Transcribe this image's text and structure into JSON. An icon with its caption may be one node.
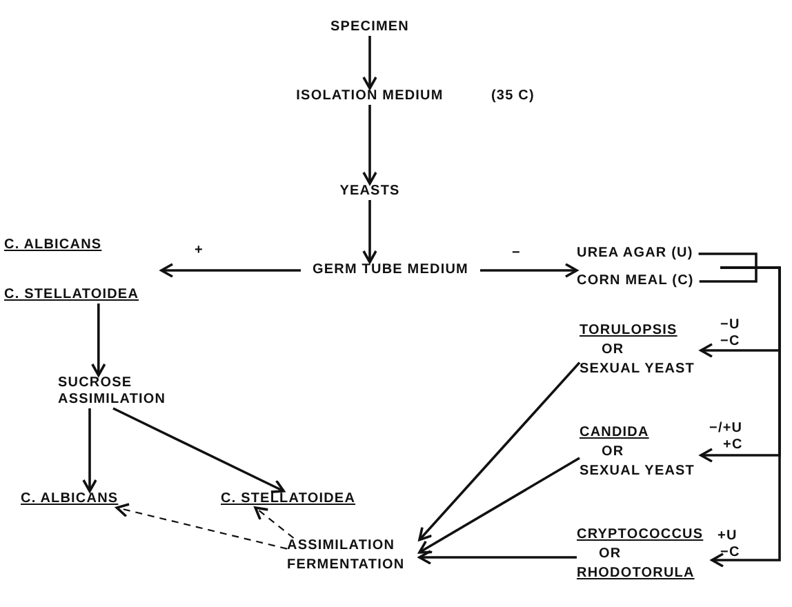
{
  "diagram": {
    "nodes": [
      {
        "text": [
          "SPECIMEN"
        ]
      },
      {
        "text": [
          "ISOLATION MEDIUM"
        ],
        "beside": [
          "(35 C)"
        ]
      },
      {
        "text": [
          "YEASTS"
        ]
      },
      {
        "text": [
          "GERM TUBE MEDIUM"
        ]
      },
      {
        "text": [
          "C. ALBICANS",
          "C. STELLATOIDEA"
        ]
      },
      {
        "text": [
          "SUCROSE ASSIMILATION"
        ]
      },
      {
        "text": [
          "C. ALBICANS"
        ]
      },
      {
        "text": [
          "C. STELLATOIDEA"
        ]
      },
      {
        "text": [
          "ASSIMILATION",
          "FERMENTATION"
        ]
      },
      {
        "text": [
          "UREA AGAR (U)",
          "CORN MEAL (C)"
        ]
      },
      {
        "text": [
          "TORULOPSIS",
          "OR",
          "SEXUAL YEAST"
        ],
        "beside": [
          "−U",
          "−C"
        ]
      },
      {
        "text": [
          "CANDIDA",
          "OR",
          "SEXUAL YEAST"
        ],
        "beside": [
          "−/+U",
          "+C"
        ]
      },
      {
        "text": [
          "CRYPTOCOCCUS",
          "OR",
          "RHODOTORULA"
        ],
        "beside": [
          "+U",
          "−C"
        ]
      }
    ],
    "edges": [
      {
        "from": 0,
        "to": 1,
        "arrow": "to"
      },
      {
        "from": 1,
        "to": 2,
        "arrow": "to"
      },
      {
        "from": 2,
        "to": 3,
        "arrow": "to"
      },
      {
        "from": 3,
        "to": 4,
        "arrow": "to",
        "label": "+"
      },
      {
        "from": 3,
        "to": 9,
        "arrow": "to",
        "label": "−"
      },
      {
        "from": 4,
        "to": 5,
        "arrow": "to"
      },
      {
        "from": 5,
        "to": 6,
        "arrow": "to"
      },
      {
        "from": 5,
        "to": 7,
        "arrow": "to"
      },
      {
        "from": 8,
        "to": 6,
        "arrow": "to",
        "style": "dashed"
      },
      {
        "from": 8,
        "to": 7,
        "arrow": "to",
        "style": "dashed"
      },
      {
        "from": 9,
        "to": 10,
        "arrow": "to"
      },
      {
        "from": 9,
        "to": 11,
        "arrow": "to"
      },
      {
        "from": 9,
        "to": 12,
        "arrow": "to"
      },
      {
        "from": 10,
        "to": 8,
        "arrow": "to"
      },
      {
        "from": 11,
        "to": 8,
        "arrow": "to"
      },
      {
        "from": 12,
        "to": 8,
        "arrow": "to"
      }
    ]
  }
}
